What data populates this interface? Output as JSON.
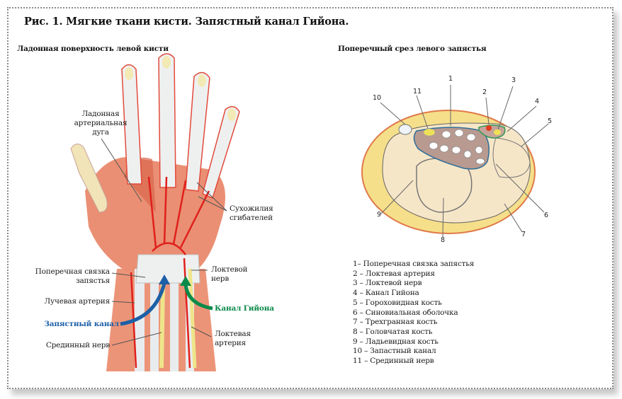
{
  "figure": {
    "title": "Рис. 1. Мягкие ткани кисти. Запястный канал Гийона."
  },
  "left_panel": {
    "title": "Ладонная поверхность левой кисти",
    "labels": {
      "palmar_arch": "Ладонная артериальная дуга",
      "flexor_tendons": "Сухожилия сгибателей",
      "transverse_ligament": "Поперечная связка запястья",
      "ulnar_nerve": "Локтевой нерв",
      "radial_artery": "Лучевая артерия",
      "guyon_canal": "Канал Гийона",
      "carpal_tunnel": "Запястный канал",
      "median_nerve": "Срединный нерв",
      "ulnar_artery": "Локтевая артерия"
    }
  },
  "right_panel": {
    "title": "Поперечный срез левого запястья",
    "numbers": [
      "1",
      "2",
      "3",
      "4",
      "5",
      "6",
      "7",
      "8",
      "9",
      "10",
      "11"
    ],
    "legend": [
      "1– Поперечная связка запястья",
      "2 – Локтевая артерия",
      "3 – Локтевой нерв",
      "4 – Канал Гийона",
      "5 – Гороховидная кость",
      "6 – Синовиальная оболочка",
      "7 – Трехгранная кость",
      "8 – Головчатая кость",
      "9 – Ладьевидная кость",
      "10 – Запастный канал",
      "11 – Срединный нерв"
    ]
  },
  "colors": {
    "muscle": "#e98a6e",
    "artery": "#e0201c",
    "nerve": "#e9e27a",
    "tendon": "#e8ebed",
    "carpal_arrow": "#1d5fa6",
    "guyon_arrow": "#0b8a4a",
    "skin_ring": "#f6df8a",
    "bone": "#f6e6c8",
    "tunnel": "#b89a90"
  }
}
